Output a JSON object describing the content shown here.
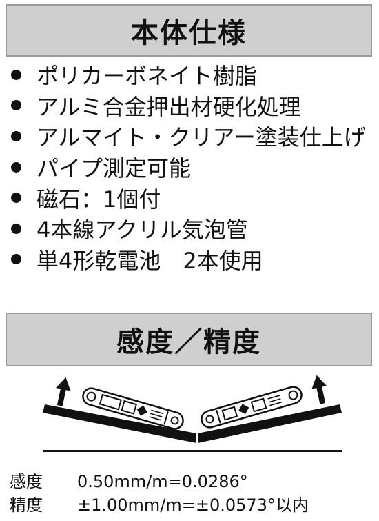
{
  "specs_title": "本体仕様",
  "specs": [
    "ポリカーボネイト樹脂",
    "アルミ合金押出材硬化処理",
    "アルマイト・クリアー塗装仕上げ",
    "パイプ測定可能",
    "磁石：1個付",
    "4本線アクリル気泡管",
    "単4形乾電池　2本使用"
  ],
  "accuracy_title": "感度／精度",
  "sensitivity_label": "感度",
  "sensitivity_value": "0.50mm/m=0.0286°",
  "precision_label": "精度",
  "precision_value": "±1.00mm/m=±0.0573°以内"
}
